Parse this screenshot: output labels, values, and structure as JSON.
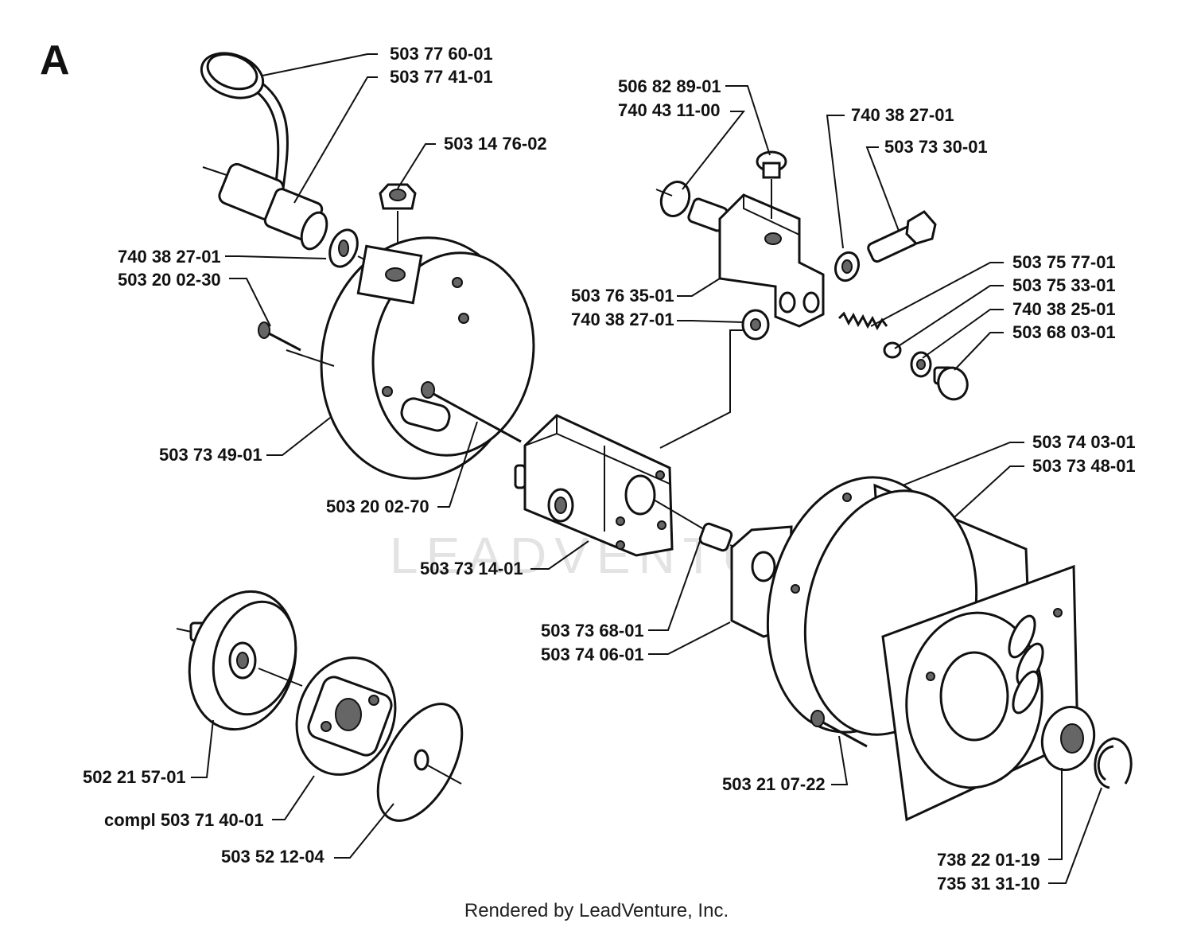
{
  "section_label": "A",
  "watermark": "LEADVENTURE",
  "footer": "Rendered by LeadVenture, Inc.",
  "parts": [
    "503 77 60-01",
    "503 77 41-01",
    "503 14 76-02",
    "740 38 27-01",
    "503 20 02-30",
    "503 73 49-01",
    "503 20 02-70",
    "503 73 14-01",
    "506 82 89-01",
    "740 43 11-00",
    "740 38 27-01",
    "503 73 30-01",
    "503 75 77-01",
    "503 75 33-01",
    "740 38 25-01",
    "503 68 03-01",
    "503 76 35-01",
    "740 38 27-01",
    "503 74 03-01",
    "503 73 48-01",
    "503 73 68-01",
    "503 74 06-01",
    "503 21 07-22",
    "738 22 01-19",
    "735 31 31-10",
    "502 21 57-01",
    "compl 503 71 40-01",
    "503 52 12-04"
  ]
}
